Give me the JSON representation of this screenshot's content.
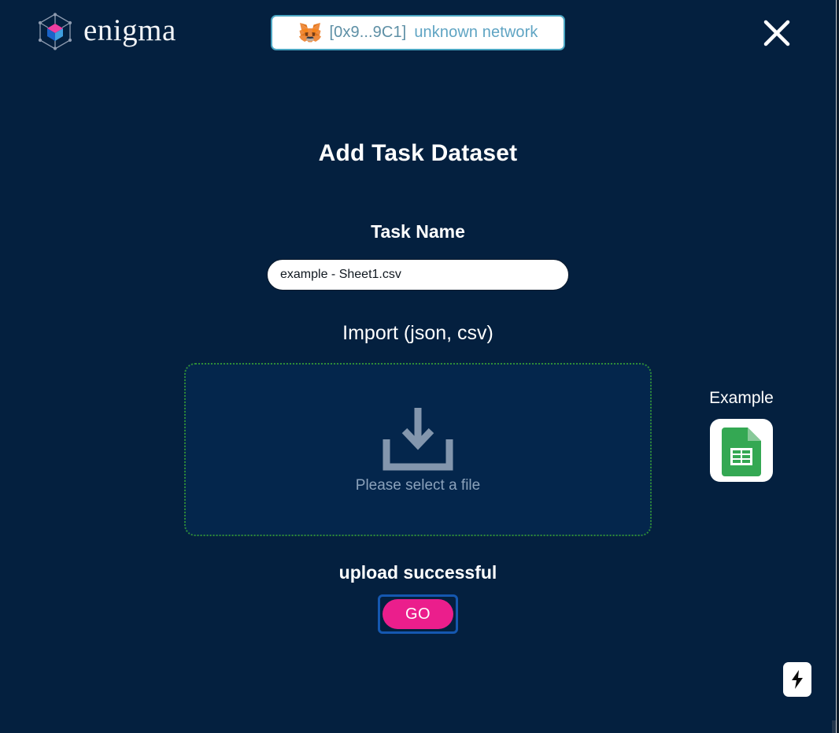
{
  "header": {
    "brand_name": "enigma",
    "brand_icon": "enigma-cube-logo",
    "wallet": {
      "icon": "metamask-fox-icon",
      "address": "[0x9...9C1]",
      "network": "unknown network"
    },
    "close_icon": "close-x-icon"
  },
  "main": {
    "title": "Add Task Dataset",
    "task_name_label": "Task Name",
    "task_name_value": "example - Sheet1.csv",
    "task_name_placeholder": "Task Name",
    "import_label": "Import (json, csv)",
    "dropzone": {
      "icon": "upload-tray-icon",
      "text": "Please select a file"
    },
    "status": "upload successful",
    "go_label": "GO"
  },
  "example": {
    "label": "Example",
    "icon": "google-sheets-icon"
  },
  "badge": {
    "icon": "lightning-bolt-icon"
  },
  "colors": {
    "page_background": "#04203f",
    "dropzone_background": "#04264c",
    "dropzone_border": "#2f8b36",
    "accent_pink": "#eb1e8c",
    "focus_blue": "#1558b0",
    "wallet_border": "#4aa5c2",
    "sheets_green": "#34a853"
  }
}
